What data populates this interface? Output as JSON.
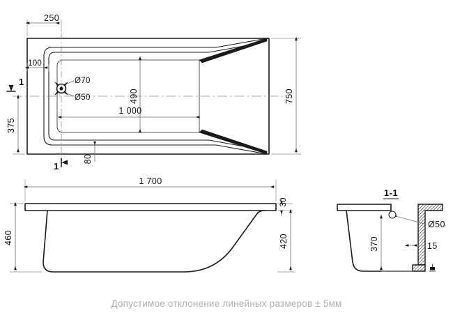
{
  "sheet": {
    "background_color": "#ffffff",
    "line_color": "#1a1a1a",
    "dim_line_color": "#6d6d6d",
    "caption": "Допустимое отклонение линейных размеров ± 5мм",
    "caption_color": "#b0b0b0"
  },
  "views": {
    "top": {
      "name": "top-view",
      "dimensions": {
        "offset_left": "250",
        "rim_width": "100",
        "inner_length": "1 000",
        "inner_width": "490",
        "overall_width": "750",
        "center_offset": "375",
        "ledge": "80"
      },
      "drain": {
        "outer": "Ø70",
        "inner": "Ø50"
      },
      "section_marker": "1"
    },
    "front": {
      "name": "front-elevation",
      "dimensions": {
        "overall_length": "1 700",
        "overall_height": "460",
        "rim_thickness": "30",
        "inner_depth": "420"
      }
    },
    "section": {
      "name": "section-view",
      "title": "1-1",
      "dimensions": {
        "inner_depth": "370",
        "wall_thickness": "15",
        "overflow": "Ø50"
      }
    }
  }
}
